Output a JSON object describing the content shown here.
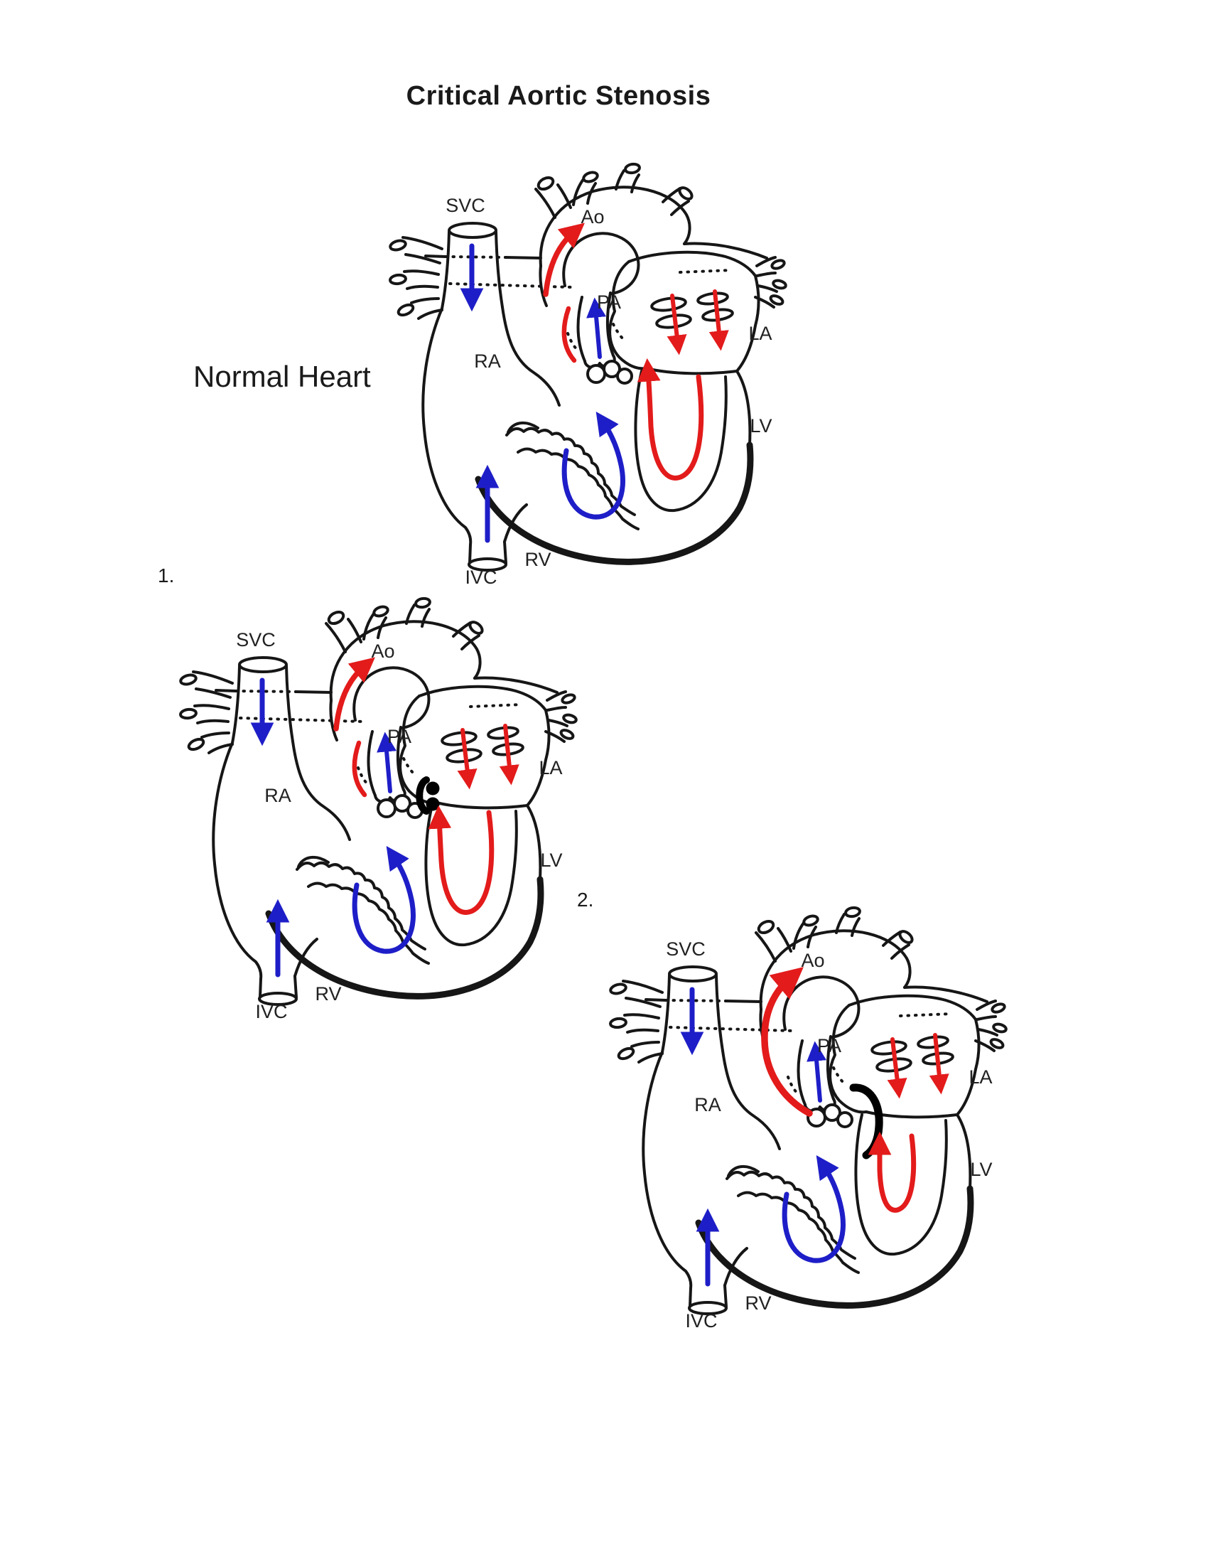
{
  "title": "Critical Aortic Stenosis",
  "colors": {
    "outline": "#161616",
    "venous": "#1e1ec8",
    "arterial": "#e31b1b"
  },
  "diagrams": [
    {
      "id": "normal-heart",
      "number": "",
      "caption": "Normal Heart",
      "labels": {
        "svc": "SVC",
        "ivc": "IVC",
        "ra": "RA",
        "rv": "RV",
        "pa": "PA",
        "ao": "Ao",
        "la": "LA",
        "lv": "LV"
      },
      "flow": {
        "aortic_valve_stenosis": false,
        "lv_ejects_to_aorta": true,
        "retrograde_ductal_flow_to_aorta": false
      }
    },
    {
      "id": "stenosis-stage-1",
      "number": "1.",
      "caption": "",
      "labels": {
        "svc": "SVC",
        "ivc": "IVC",
        "ra": "RA",
        "rv": "RV",
        "pa": "PA",
        "ao": "Ao",
        "la": "LA",
        "lv": "LV"
      },
      "flow": {
        "aortic_valve_stenosis": true,
        "lv_ejects_to_aorta": false,
        "retrograde_ductal_flow_to_aorta": false
      }
    },
    {
      "id": "stenosis-stage-2",
      "number": "2.",
      "caption": "",
      "labels": {
        "svc": "SVC",
        "ivc": "IVC",
        "ra": "RA",
        "rv": "RV",
        "pa": "PA",
        "ao": "Ao",
        "la": "LA",
        "lv": "LV"
      },
      "flow": {
        "aortic_valve_stenosis": true,
        "lv_ejects_to_aorta": false,
        "retrograde_ductal_flow_to_aorta": true
      }
    }
  ]
}
